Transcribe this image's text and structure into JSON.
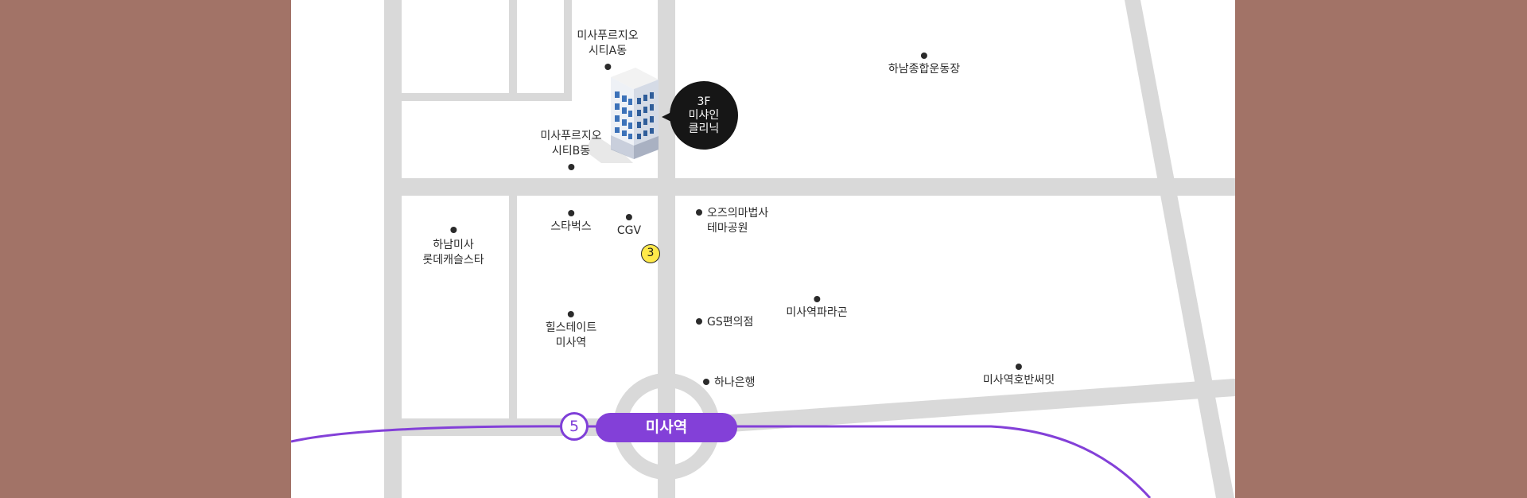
{
  "building": {
    "floor": "3F",
    "name_line1": "미샤인",
    "name_line2": "클리닉"
  },
  "exit_number": "3",
  "subway": {
    "line_number": "5",
    "station_name": "미사역",
    "line_color": "#8340d8"
  },
  "colors": {
    "background": "#a27367",
    "road": "#d9d9d9",
    "map": "#ffffff"
  },
  "pois": {
    "misa_prugio_a": [
      "미사푸르지오",
      "시티A동"
    ],
    "misa_prugio_b": [
      "미사푸르지오",
      "시티B동"
    ],
    "hanam_sports": "하남종합운동장",
    "hanam_lotte": [
      "하남미사",
      "롯데캐슬스타"
    ],
    "starbucks": "스타벅스",
    "cgv": "CGV",
    "oz_theme": [
      "오즈의마법사",
      "테마공원"
    ],
    "hills_state": [
      "힐스테이트",
      "미사역"
    ],
    "gs_store": "GS편의점",
    "misa_paragon": "미사역파라곤",
    "hana_bank": "하나은행",
    "misa_lakeside": "미사역호반써밋"
  }
}
